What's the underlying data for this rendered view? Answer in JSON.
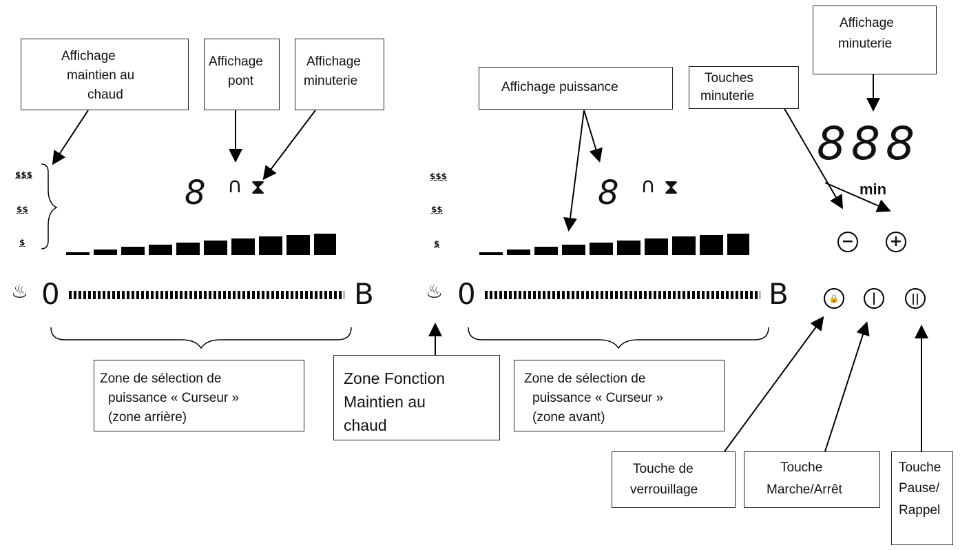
{
  "callouts": {
    "maintien_display": [
      "Affichage",
      "maintien au",
      "chaud"
    ],
    "pont_display": [
      "Affichage",
      "pont"
    ],
    "timer_display_left": [
      "Affichage",
      "minuterie"
    ],
    "power_display": "Affichage puissance",
    "timer_keys": [
      "Touches",
      "minuterie"
    ],
    "timer_display_right": [
      "Affichage",
      "minuterie"
    ],
    "slider_rear": [
      "Zone de sélection de",
      "puissance « Curseur »",
      "(zone arrière)"
    ],
    "keep_warm_zone": [
      "Zone Fonction",
      "Maintien au",
      "chaud"
    ],
    "slider_front": [
      "Zone de sélection de",
      "puissance « Curseur »",
      "(zone avant)"
    ],
    "lock_key": [
      "Touche de",
      "verrouillage"
    ],
    "onoff_key": [
      "Touche",
      "Marche/Arrêt"
    ],
    "pause_key": [
      "Touche",
      "Pause/",
      "Rappel"
    ]
  },
  "panel": {
    "heat_levels": [
      "$$$",
      "$$",
      "$"
    ],
    "power_digit": "8",
    "bridge_symbol": "∩",
    "hourglass_symbol": "⧗",
    "slider_min": "0",
    "slider_max": "B",
    "keep_warm_symbol": "♨",
    "timer_digits": "888",
    "timer_unit": "min",
    "minus_symbol": "−",
    "plus_symbol": "+",
    "lock_symbol": "🔒",
    "onoff_symbol": "|",
    "pause_symbol": "||"
  }
}
